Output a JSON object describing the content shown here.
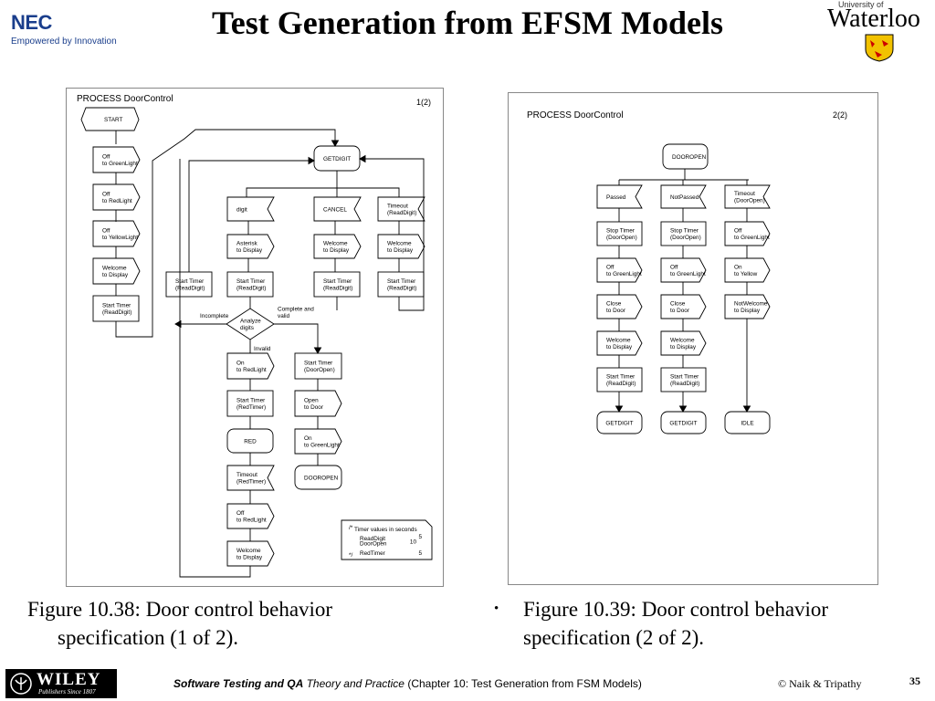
{
  "header": {
    "title": "Test Generation from EFSM Models",
    "nec_logo": "NEC",
    "nec_tagline": "Empowered by Innovation",
    "uw_univ": "University of",
    "uw_name": "Waterloo"
  },
  "diagram1": {
    "process_label": "PROCESS DoorControl",
    "page_label": "1(2)",
    "start": "START",
    "left_col": [
      [
        "Off",
        "to GreenLight"
      ],
      [
        "Off",
        "to RedLight"
      ],
      [
        "Off",
        "to YellowLight"
      ],
      [
        "Welcome",
        "to Display"
      ],
      [
        "Start Timer",
        "(ReadDigit)"
      ]
    ],
    "getdigit": "GETDIGIT",
    "inputs": [
      [
        "digit"
      ],
      [
        "CANCEL"
      ],
      [
        "Timeout",
        "(ReadDigit)"
      ]
    ],
    "outputs_row1": [
      [
        "Asterisk",
        "to Display"
      ],
      [
        "Welcome",
        "to Display"
      ],
      [
        "Welcome",
        "to Display"
      ]
    ],
    "timers_row": [
      [
        "Start Timer",
        "(ReadDigit)"
      ],
      [
        "Start Timer",
        "(ReadDigit)"
      ],
      [
        "Start Timer",
        "(ReadDigit)"
      ],
      [
        "Start Timer",
        "(ReadDigit)"
      ]
    ],
    "decision": [
      "Analyze",
      "digits"
    ],
    "incomplete": "Incomplete",
    "complete_valid": [
      "Complete and",
      "valid"
    ],
    "invalid": "Invalid",
    "invalid_col": [
      [
        "On",
        "to RedLight"
      ],
      [
        "Start Timer",
        "(RedTimer)"
      ]
    ],
    "red_state": "RED",
    "red_col": [
      [
        "Timeout",
        "(RedTimer)"
      ],
      [
        "Off",
        "to RedLight"
      ],
      [
        "Welcome",
        "to Display"
      ]
    ],
    "valid_col": [
      [
        "Start Timer",
        "(DoorOpen)"
      ],
      [
        "Open",
        "to Door"
      ],
      [
        "On",
        "to GreenLight"
      ]
    ],
    "dooropen_state": "DOOROPEN",
    "comment": {
      "open": "/*",
      "header": "Timer values in seconds",
      "rows": [
        [
          "ReadDigit",
          "5"
        ],
        [
          "DoorOpen",
          "10"
        ],
        [
          "RedTimer",
          "5"
        ]
      ],
      "close": "*/"
    }
  },
  "diagram2": {
    "process_label": "PROCESS DoorControl",
    "page_label": "2(2)",
    "state": "DOOROPEN",
    "inputs": [
      [
        "Passed"
      ],
      [
        "NotPassed"
      ],
      [
        "Timeout",
        "(DoorOpen)"
      ]
    ],
    "col1": [
      [
        "Stop Timer",
        "(DoorOpen)"
      ],
      [
        "Off",
        "to GreenLight"
      ],
      [
        "Close",
        "to Door"
      ],
      [
        "Welcome",
        "to Display"
      ],
      [
        "Start Timer",
        "(ReadDigit)"
      ]
    ],
    "col2": [
      [
        "Stop Timer",
        "(DoorOpen)"
      ],
      [
        "Off",
        "to GreenLight"
      ],
      [
        "Close",
        "to Door"
      ],
      [
        "Welcome",
        "to Display"
      ],
      [
        "Start Timer",
        "(ReadDigit)"
      ]
    ],
    "col3": [
      [
        "Off",
        "to GreenLight"
      ],
      [
        "On",
        "to Yellow"
      ],
      [
        "NotWelcome",
        "to Display"
      ]
    ],
    "end_states": [
      "GETDIGIT",
      "GETDIGIT",
      "IDLE"
    ]
  },
  "captions": {
    "left_line1": "Figure 10.38: Door control behavior",
    "left_line2": "specification (1 of 2).",
    "bullet": "•",
    "right_line1": "Figure 10.39: Door control behavior",
    "right_line2": "specification (2 of 2)."
  },
  "footer": {
    "wiley_name": "WILEY",
    "wiley_sub": "Publishers Since 1807",
    "book_bold": "Software Testing and QA",
    "book_italic": "Theory and Practice",
    "chapter": "(Chapter 10: Test Generation from FSM Models)",
    "copyright": "© Naik & Tripathy",
    "page_number": "35"
  }
}
